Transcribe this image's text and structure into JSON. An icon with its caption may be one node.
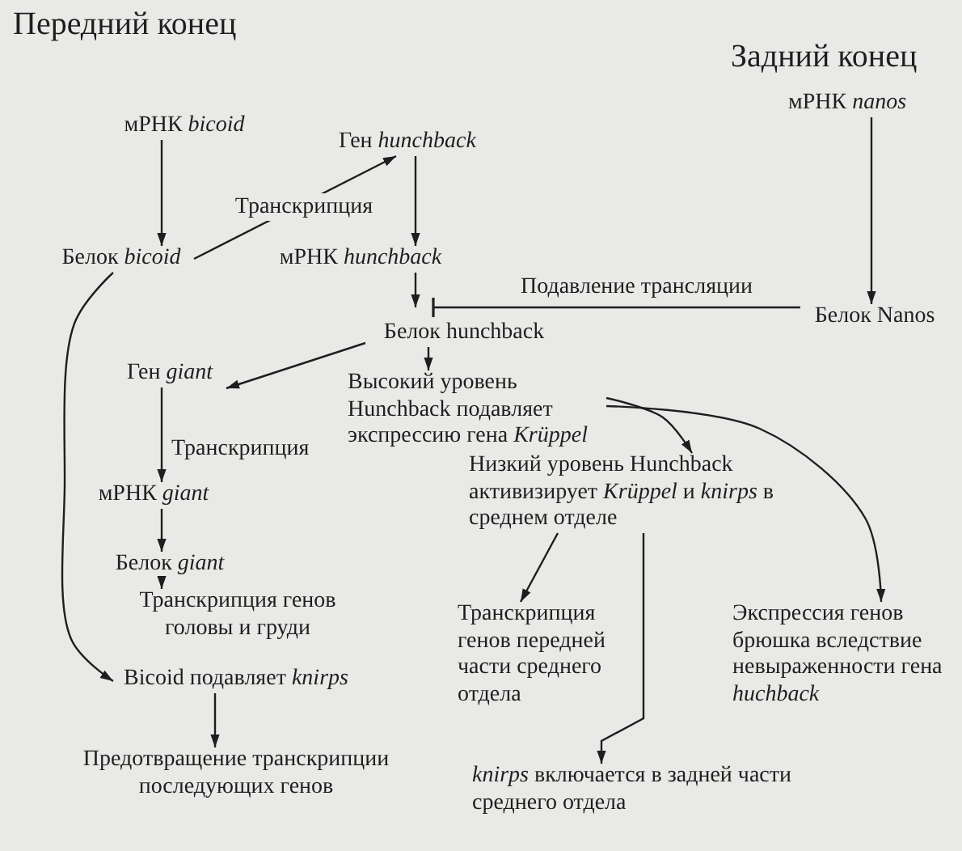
{
  "diagram": {
    "nodes": [
      {
        "text": [
          "мРНК *bicoid*"
        ]
      },
      {
        "text": [
          "Ген *hunchback*"
        ]
      },
      {
        "text": [
          "Белок *bicoid*"
        ]
      },
      {
        "text": [
          "мРНК *hunchback*"
        ]
      },
      {
        "text": [
          "мРНК *nanos*"
        ]
      },
      {
        "text": [
          "Белок Nanos"
        ]
      },
      {
        "text": [
          "Белок hunchback"
        ]
      },
      {
        "text": [
          "Ген *giant*"
        ]
      },
      {
        "text": [
          "мРНК *giant*"
        ]
      },
      {
        "text": [
          "Белок *giant*"
        ]
      },
      {
        "text": [
          "Транскрипция генов головы и груди"
        ]
      },
      {
        "text": [
          "Bicoid подавляет *knirps*"
        ]
      },
      {
        "text": [
          "Предотвращение транскрипции последующих генов"
        ]
      },
      {
        "text": [
          "Высокий уровень Hunchback подавляет экспрессию гена *Krüppel*"
        ]
      },
      {
        "text": [
          "Низкий уровень Hunchback активизирует *Krüppel* и *knirps* в среднем отделе"
        ]
      },
      {
        "text": [
          "Транскрипция генов передней части среднего отдела"
        ]
      },
      {
        "text": [
          "*knirps* включается в задней части среднего отдела"
        ]
      },
      {
        "text": [
          "Экспрессия генов брюшка вследствие невыраженности гена *huchback*"
        ]
      }
    ],
    "edges": [
      {
        "from": 0,
        "to": 2,
        "arrow": "to"
      },
      {
        "from": 1,
        "to": 3,
        "arrow": "to"
      },
      {
        "from": 2,
        "to": 1,
        "arrow": "to",
        "label": "Транскрипция"
      },
      {
        "from": 4,
        "to": 5,
        "arrow": "to"
      },
      {
        "from": 5,
        "to": 6,
        "arrow": "other",
        "label": "Подавление трансляции"
      },
      {
        "from": 3,
        "to": 6,
        "arrow": "to"
      },
      {
        "from": 6,
        "to": 7,
        "arrow": "to"
      },
      {
        "from": 7,
        "to": 8,
        "arrow": "to",
        "label": "Транскрипция"
      },
      {
        "from": 8,
        "to": 9,
        "arrow": "to"
      },
      {
        "from": 9,
        "to": 10,
        "arrow": "to"
      },
      {
        "from": 2,
        "to": 11,
        "arrow": "to"
      },
      {
        "from": 11,
        "to": 12,
        "arrow": "to"
      },
      {
        "from": 6,
        "to": 13,
        "arrow": "to"
      },
      {
        "from": 13,
        "to": 14,
        "arrow": "to"
      },
      {
        "from": 13,
        "to": 17,
        "arrow": "to"
      },
      {
        "from": 14,
        "to": 15,
        "arrow": "to"
      },
      {
        "from": 14,
        "to": 16,
        "arrow": "to"
      }
    ],
    "labels": [
      "Передний конец",
      "Задний конец"
    ]
  }
}
